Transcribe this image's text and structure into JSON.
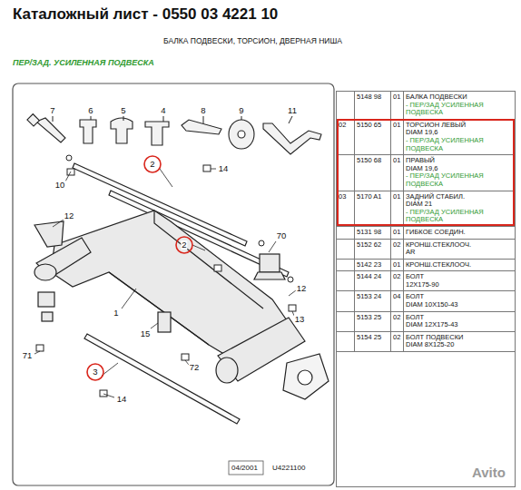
{
  "diagram": {
    "title": "Каталожный лист - 0550 03 4221 10",
    "labels": [
      "БАЛКА ПОДВЕСКИ, ТОРСИОН, ДВЕРНАЯ НИША",
      "ПЕР/ЗАД. УСИЛЕННАЯ ПОДВЕСКА",
      "7",
      "6",
      "5",
      "4",
      "8",
      "9",
      "11",
      "10",
      "2",
      "14",
      "12",
      "2",
      "70",
      "1",
      "12",
      "13",
      "15",
      "71",
      "72",
      "3",
      "14",
      "04/2001",
      "U4221100",
      "5148 98",
      "01",
      "БАЛКА ПОДВЕСКИ",
      "- ПЕР/ЗАД УСИЛЕННАЯ ПОДВЕСКА",
      "02",
      "5150 65",
      "01",
      "ТОРСИОН ЛЕВЫЙ",
      "DIAM 19,6",
      "- ПЕР/ЗАД УСИЛЕННАЯ ПОДВЕСКА",
      "5150 68",
      "01",
      "ПРАВЫЙ",
      "DIAM 19,6",
      "- ПЕР/ЗАД УСИЛЕННАЯ ПОДВЕСКА",
      "03",
      "5170 A1",
      "01",
      "ЗАДНИЙ СТАБИЛ.",
      "DIAM 21",
      "- ПЕР/ЗАД УСИЛЕННАЯ ПОДВЕСКА",
      "5131 98",
      "01",
      "ГИБКОЕ СОЕДИН.",
      "5152 62",
      "02",
      "КРОНШ.СТЕКЛООЧ.",
      "AR",
      "5142 23",
      "01",
      "КРОНШ.СТЕКЛООЧ.",
      "5144 24",
      "02",
      "БОЛТ",
      "12X175-90",
      "5153 24",
      "04",
      "БОЛТ",
      "DIAM 10X150-43",
      "5153 25",
      "02",
      "БОЛТ",
      "DIAM 12X175-43",
      "5154 25",
      "02",
      "БОЛТ ПОДВЕСКИ",
      "DIAM 8X125-20",
      "Avito"
    ]
  }
}
